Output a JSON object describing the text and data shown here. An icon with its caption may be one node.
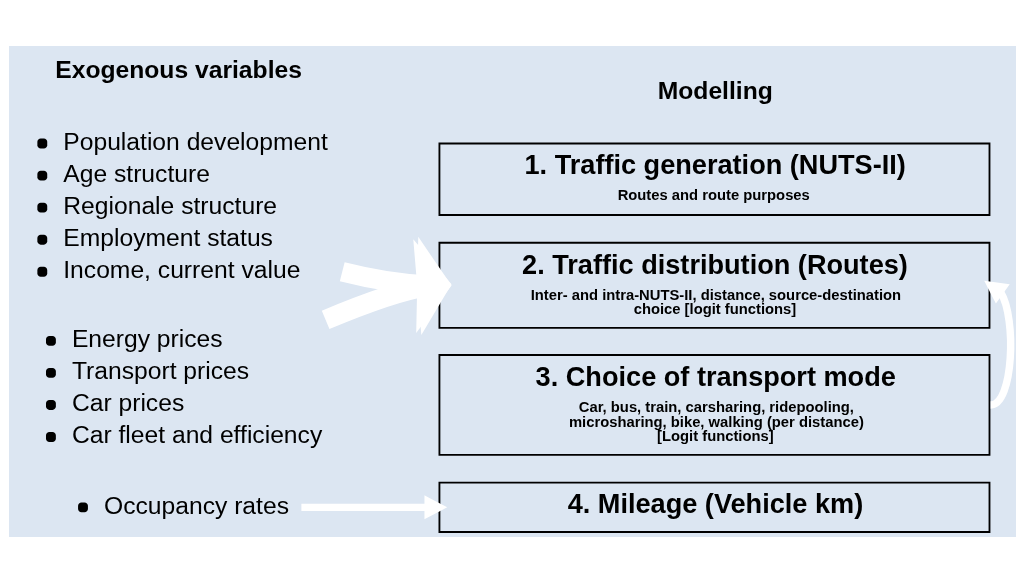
{
  "diagram": {
    "nodes": [
      {
        "text": [
          "Population development",
          "Age structure",
          "Regionale structure",
          "Employment status",
          "Income, current value"
        ]
      },
      {
        "text": [
          "Energy prices",
          "Transport prices",
          "Car prices",
          "Car fleet and efficiency"
        ]
      },
      {
        "text": [
          "Occupancy rates"
        ]
      },
      {
        "text": [
          "1. Traffic generation (NUTS-II)",
          "Routes and route purposes"
        ]
      },
      {
        "text": [
          "2. Traffic distribution (Routes)",
          "Inter- and intra-NUTS-II, distance, source-destination choice [logit functions]"
        ]
      },
      {
        "text": [
          "3. Choice of transport mode",
          "Car, bus, train, carsharing, ridepooling, microsharing, bike, walking (per distance) [Logit functions]"
        ]
      },
      {
        "text": [
          "4. Mileage (Vehicle km)"
        ]
      }
    ],
    "edges": [
      {
        "from": 0,
        "to": 4,
        "arrow": "to",
        "style": "thick"
      },
      {
        "from": 1,
        "to": 4,
        "arrow": "to",
        "style": "thick"
      },
      {
        "from": 2,
        "to": 6,
        "arrow": "to"
      },
      {
        "from": 5,
        "to": 4,
        "arrow": "to"
      }
    ],
    "labels": [
      "Exogenous variables",
      "Modelling"
    ]
  }
}
